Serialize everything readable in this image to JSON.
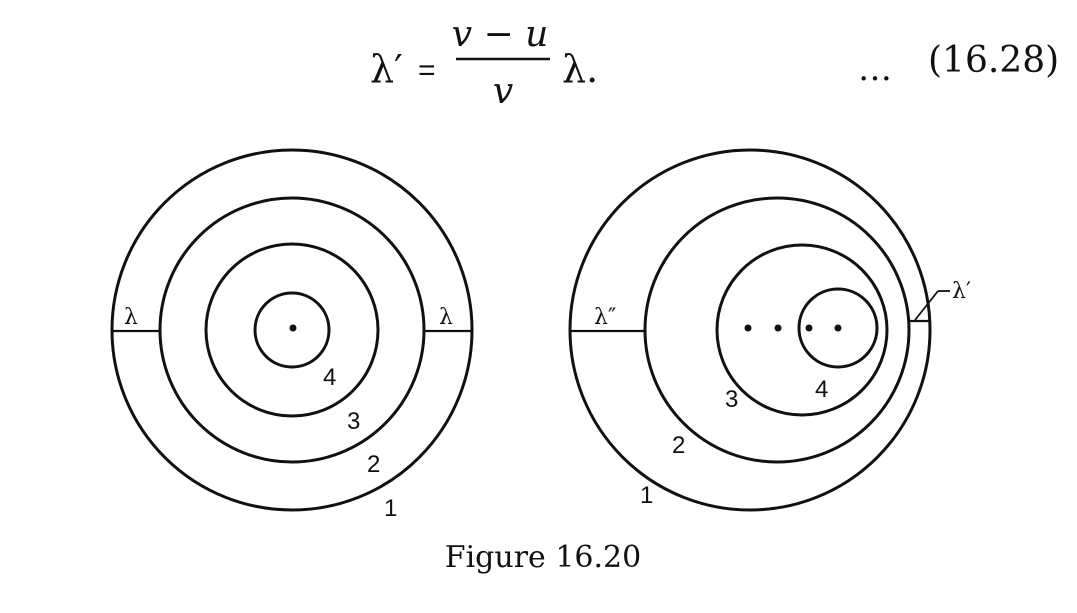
{
  "equation": {
    "lhs": "λ′",
    "equals": "=",
    "numerator": "v − u",
    "denominator": "v",
    "rhs": "λ.",
    "dots": "…",
    "number": "(16.28)"
  },
  "figure": {
    "caption": "Figure 16.20",
    "left_diagram": {
      "ring_labels": [
        "1",
        "2",
        "3",
        "4"
      ],
      "wavelength_left": "λ",
      "wavelength_right": "λ"
    },
    "right_diagram": {
      "ring_labels": [
        "1",
        "2",
        "3",
        "4"
      ],
      "wavelength_left": "λ″",
      "wavelength_right": "λ′"
    }
  }
}
